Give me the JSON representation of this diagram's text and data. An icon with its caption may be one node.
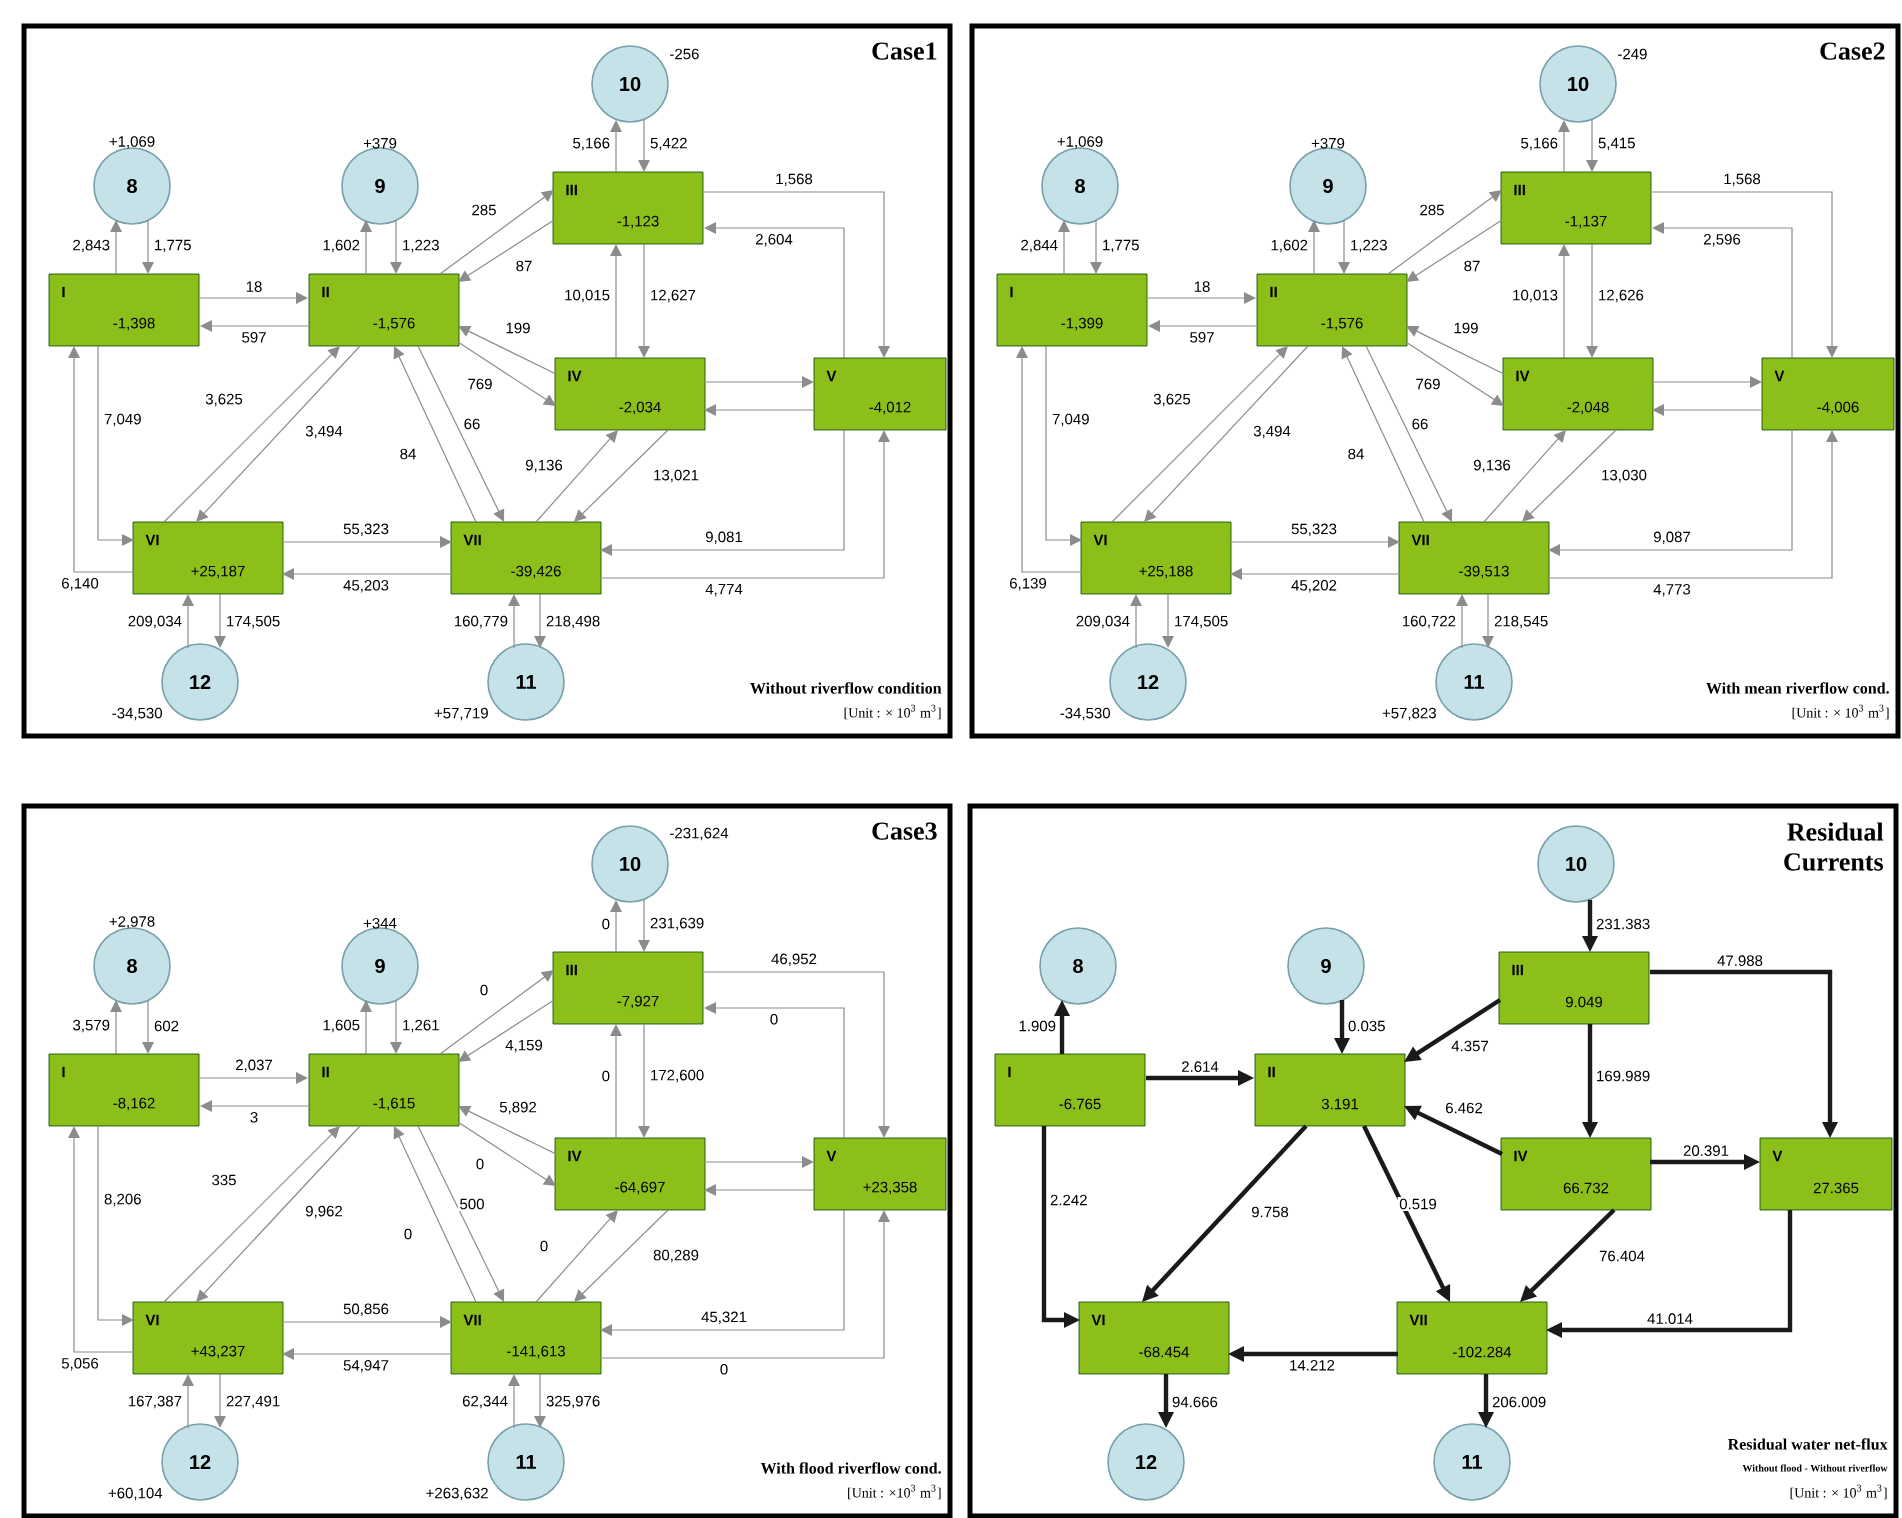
{
  "diagram": {
    "nodes": [
      {
        "text": [
          "Case1",
          "Without riverflow condition",
          "[Unit : × 10$^{3}$ m$^{3}$]"
        ]
      },
      {
        "text": [
          "I",
          "-1,398"
        ],
        "in": 0
      },
      {
        "text": [
          "II",
          "-1,576"
        ],
        "in": 0
      },
      {
        "text": [
          "III",
          "-1,123"
        ],
        "in": 0
      },
      {
        "text": [
          "IV",
          "-2,034"
        ],
        "in": 0
      },
      {
        "text": [
          "V",
          "-4,012"
        ],
        "in": 0
      },
      {
        "text": [
          "VI",
          "+25,187"
        ],
        "in": 0
      },
      {
        "text": [
          "VII",
          "-39,426"
        ],
        "in": 0
      },
      {
        "text": [
          "8"
        ],
        "beside": [
          "+1,069"
        ],
        "in": 0
      },
      {
        "text": [
          "9"
        ],
        "beside": [
          "+379"
        ],
        "in": 0
      },
      {
        "text": [
          "10"
        ],
        "beside": [
          "-256"
        ],
        "in": 0
      },
      {
        "text": [
          "11"
        ],
        "beside": [
          "+57,719"
        ],
        "in": 0
      },
      {
        "text": [
          "12"
        ],
        "beside": [
          "-34,530"
        ],
        "in": 0
      },
      {
        "text": [
          "Case2",
          "With mean riverflow cond.",
          "[Unit : × 10$^{3}$ m$^{3}$]"
        ]
      },
      {
        "text": [
          "I",
          "-1,399"
        ],
        "in": 13
      },
      {
        "text": [
          "II",
          "-1,576"
        ],
        "in": 13
      },
      {
        "text": [
          "III",
          "-1,137"
        ],
        "in": 13
      },
      {
        "text": [
          "IV",
          "-2,048"
        ],
        "in": 13
      },
      {
        "text": [
          "V",
          "-4,006"
        ],
        "in": 13
      },
      {
        "text": [
          "VI",
          "+25,188"
        ],
        "in": 13
      },
      {
        "text": [
          "VII",
          "-39,513"
        ],
        "in": 13
      },
      {
        "text": [
          "8"
        ],
        "beside": [
          "+1,069"
        ],
        "in": 13
      },
      {
        "text": [
          "9"
        ],
        "beside": [
          "+379"
        ],
        "in": 13
      },
      {
        "text": [
          "10"
        ],
        "beside": [
          "-249"
        ],
        "in": 13
      },
      {
        "text": [
          "11"
        ],
        "beside": [
          "+57,823"
        ],
        "in": 13
      },
      {
        "text": [
          "12"
        ],
        "beside": [
          "-34,530"
        ],
        "in": 13
      },
      {
        "text": [
          "Case3",
          "With flood riverflow cond.",
          "[Unit : ×10$^{3}$ m$^{3}$]"
        ]
      },
      {
        "text": [
          "I",
          "-8,162"
        ],
        "in": 26
      },
      {
        "text": [
          "II",
          "-1,615"
        ],
        "in": 26
      },
      {
        "text": [
          "III",
          "-7,927"
        ],
        "in": 26
      },
      {
        "text": [
          "IV",
          "-64,697"
        ],
        "in": 26
      },
      {
        "text": [
          "V",
          "+23,358"
        ],
        "in": 26
      },
      {
        "text": [
          "VI",
          "+43,237"
        ],
        "in": 26
      },
      {
        "text": [
          "VII",
          "-141,613"
        ],
        "in": 26
      },
      {
        "text": [
          "8"
        ],
        "beside": [
          "+2,978"
        ],
        "in": 26
      },
      {
        "text": [
          "9"
        ],
        "beside": [
          "+344"
        ],
        "in": 26
      },
      {
        "text": [
          "10"
        ],
        "beside": [
          "-231,624"
        ],
        "in": 26
      },
      {
        "text": [
          "11"
        ],
        "beside": [
          "+263,632"
        ],
        "in": 26
      },
      {
        "text": [
          "12"
        ],
        "beside": [
          "+60,104"
        ],
        "in": 26
      },
      {
        "text": [
          "Residual Currents",
          "Residual water net-flux",
          "Without flood - Without riverflow",
          "[Unit : × 10$^{3}$ m$^{3}$]"
        ]
      },
      {
        "text": [
          "I",
          "-6.765"
        ],
        "in": 39
      },
      {
        "text": [
          "II",
          "3.191"
        ],
        "in": 39
      },
      {
        "text": [
          "III",
          "9.049"
        ],
        "in": 39
      },
      {
        "text": [
          "IV",
          "66.732"
        ],
        "in": 39
      },
      {
        "text": [
          "V",
          "27.365"
        ],
        "in": 39
      },
      {
        "text": [
          "VI",
          "-68.454"
        ],
        "in": 39
      },
      {
        "text": [
          "VII",
          "-102.284"
        ],
        "in": 39
      },
      {
        "text": [
          "8"
        ],
        "in": 39
      },
      {
        "text": [
          "9"
        ],
        "in": 39
      },
      {
        "text": [
          "10"
        ],
        "in": 39
      },
      {
        "text": [
          "11"
        ],
        "in": 39
      },
      {
        "text": [
          "12"
        ],
        "in": 39
      }
    ],
    "edges": [
      {
        "from": 1,
        "to": 8,
        "arrow": "to",
        "label": "2,843"
      },
      {
        "from": 8,
        "to": 1,
        "arrow": "to",
        "label": "1,775"
      },
      {
        "from": 2,
        "to": 9,
        "arrow": "to",
        "label": "1,602"
      },
      {
        "from": 9,
        "to": 2,
        "arrow": "to",
        "label": "1,223"
      },
      {
        "from": 3,
        "to": 10,
        "arrow": "to",
        "label": "5,166"
      },
      {
        "from": 10,
        "to": 3,
        "arrow": "to",
        "label": "5,422"
      },
      {
        "from": 1,
        "to": 2,
        "arrow": "to",
        "label": "18"
      },
      {
        "from": 2,
        "to": 1,
        "arrow": "to",
        "label": "597"
      },
      {
        "from": 2,
        "to": 3,
        "arrow": "to",
        "label": "285"
      },
      {
        "from": 3,
        "to": 2,
        "arrow": "to",
        "label": "87"
      },
      {
        "from": 4,
        "to": 2,
        "arrow": "to",
        "label": "199"
      },
      {
        "from": 2,
        "to": 4,
        "arrow": "to",
        "label": "769"
      },
      {
        "from": 4,
        "to": 3,
        "arrow": "to",
        "label": "10,015"
      },
      {
        "from": 3,
        "to": 4,
        "arrow": "to",
        "label": "12,627"
      },
      {
        "from": 3,
        "to": 5,
        "arrow": "to",
        "label": "1,568"
      },
      {
        "from": 5,
        "to": 3,
        "arrow": "to",
        "label": "2,604"
      },
      {
        "from": 4,
        "to": 5,
        "arrow": "to"
      },
      {
        "from": 5,
        "to": 4,
        "arrow": "to"
      },
      {
        "from": 1,
        "to": 6,
        "arrow": "to",
        "label": "7,049"
      },
      {
        "from": 6,
        "to": 1,
        "arrow": "to",
        "label": "6,140"
      },
      {
        "from": 6,
        "to": 2,
        "arrow": "to",
        "label": "3,625"
      },
      {
        "from": 2,
        "to": 6,
        "arrow": "to",
        "label": "3,494"
      },
      {
        "from": 7,
        "to": 2,
        "arrow": "to",
        "label": "84"
      },
      {
        "from": 2,
        "to": 7,
        "arrow": "to",
        "label": "66"
      },
      {
        "from": 6,
        "to": 7,
        "arrow": "to",
        "label": "55,323"
      },
      {
        "from": 7,
        "to": 6,
        "arrow": "to",
        "label": "45,203"
      },
      {
        "from": 7,
        "to": 4,
        "arrow": "to",
        "label": "9,136"
      },
      {
        "from": 4,
        "to": 7,
        "arrow": "to",
        "label": "13,021"
      },
      {
        "from": 5,
        "to": 7,
        "arrow": "to",
        "label": "9,081"
      },
      {
        "from": 7,
        "to": 5,
        "arrow": "to",
        "label": "4,774"
      },
      {
        "from": 12,
        "to": 6,
        "arrow": "to",
        "label": "209,034"
      },
      {
        "from": 6,
        "to": 12,
        "arrow": "to",
        "label": "174,505"
      },
      {
        "from": 11,
        "to": 7,
        "arrow": "to",
        "label": "160,779"
      },
      {
        "from": 7,
        "to": 11,
        "arrow": "to",
        "label": "218,498"
      },
      {
        "from": 14,
        "to": 21,
        "arrow": "to",
        "label": "2,844"
      },
      {
        "from": 21,
        "to": 14,
        "arrow": "to",
        "label": "1,775"
      },
      {
        "from": 15,
        "to": 22,
        "arrow": "to",
        "label": "1,602"
      },
      {
        "from": 22,
        "to": 15,
        "arrow": "to",
        "label": "1,223"
      },
      {
        "from": 16,
        "to": 23,
        "arrow": "to",
        "label": "5,166"
      },
      {
        "from": 23,
        "to": 16,
        "arrow": "to",
        "label": "5,415"
      },
      {
        "from": 14,
        "to": 15,
        "arrow": "to",
        "label": "18"
      },
      {
        "from": 15,
        "to": 14,
        "arrow": "to",
        "label": "597"
      },
      {
        "from": 15,
        "to": 16,
        "arrow": "to",
        "label": "285"
      },
      {
        "from": 16,
        "to": 15,
        "arrow": "to",
        "label": "87"
      },
      {
        "from": 17,
        "to": 15,
        "arrow": "to",
        "label": "199"
      },
      {
        "from": 15,
        "to": 17,
        "arrow": "to",
        "label": "769"
      },
      {
        "from": 17,
        "to": 16,
        "arrow": "to",
        "label": "10,013"
      },
      {
        "from": 16,
        "to": 17,
        "arrow": "to",
        "label": "12,626"
      },
      {
        "from": 16,
        "to": 18,
        "arrow": "to",
        "label": "1,568"
      },
      {
        "from": 18,
        "to": 16,
        "arrow": "to",
        "label": "2,596"
      },
      {
        "from": 17,
        "to": 18,
        "arrow": "to"
      },
      {
        "from": 18,
        "to": 17,
        "arrow": "to"
      },
      {
        "from": 14,
        "to": 19,
        "arrow": "to",
        "label": "7,049"
      },
      {
        "from": 19,
        "to": 14,
        "arrow": "to",
        "label": "6,139"
      },
      {
        "from": 19,
        "to": 15,
        "arrow": "to",
        "label": "3,625"
      },
      {
        "from": 15,
        "to": 19,
        "arrow": "to",
        "label": "3,494"
      },
      {
        "from": 20,
        "to": 15,
        "arrow": "to",
        "label": "84"
      },
      {
        "from": 15,
        "to": 20,
        "arrow": "to",
        "label": "66"
      },
      {
        "from": 19,
        "to": 20,
        "arrow": "to",
        "label": "55,323"
      },
      {
        "from": 20,
        "to": 19,
        "arrow": "to",
        "label": "45,202"
      },
      {
        "from": 20,
        "to": 17,
        "arrow": "to",
        "label": "9,136"
      },
      {
        "from": 17,
        "to": 20,
        "arrow": "to",
        "label": "13,030"
      },
      {
        "from": 18,
        "to": 20,
        "arrow": "to",
        "label": "9,087"
      },
      {
        "from": 20,
        "to": 18,
        "arrow": "to",
        "label": "4,773"
      },
      {
        "from": 25,
        "to": 19,
        "arrow": "to",
        "label": "209,034"
      },
      {
        "from": 19,
        "to": 25,
        "arrow": "to",
        "label": "174,505"
      },
      {
        "from": 24,
        "to": 20,
        "arrow": "to",
        "label": "160,722"
      },
      {
        "from": 20,
        "to": 24,
        "arrow": "to",
        "label": "218,545"
      },
      {
        "from": 27,
        "to": 34,
        "arrow": "to",
        "label": "3,579"
      },
      {
        "from": 34,
        "to": 27,
        "arrow": "to",
        "label": "602"
      },
      {
        "from": 28,
        "to": 35,
        "arrow": "to",
        "label": "1,605"
      },
      {
        "from": 35,
        "to": 28,
        "arrow": "to",
        "label": "1,261"
      },
      {
        "from": 29,
        "to": 36,
        "arrow": "to",
        "label": "0"
      },
      {
        "from": 36,
        "to": 29,
        "arrow": "to",
        "label": "231,639"
      },
      {
        "from": 27,
        "to": 28,
        "arrow": "to",
        "label": "2,037"
      },
      {
        "from": 28,
        "to": 27,
        "arrow": "to",
        "label": "3"
      },
      {
        "from": 28,
        "to": 29,
        "arrow": "to",
        "label": "0"
      },
      {
        "from": 29,
        "to": 28,
        "arrow": "to",
        "label": "4,159"
      },
      {
        "from": 30,
        "to": 28,
        "arrow": "to",
        "label": "5,892"
      },
      {
        "from": 28,
        "to": 30,
        "arrow": "to",
        "label": "0"
      },
      {
        "from": 30,
        "to": 29,
        "arrow": "to",
        "label": "0"
      },
      {
        "from": 29,
        "to": 30,
        "arrow": "to",
        "label": "172,600"
      },
      {
        "from": 29,
        "to": 31,
        "arrow": "to",
        "label": "46,952"
      },
      {
        "from": 31,
        "to": 29,
        "arrow": "to",
        "label": "0"
      },
      {
        "from": 30,
        "to": 31,
        "arrow": "to"
      },
      {
        "from": 31,
        "to": 30,
        "arrow": "to"
      },
      {
        "from": 27,
        "to": 32,
        "arrow": "to",
        "label": "8,206"
      },
      {
        "from": 32,
        "to": 27,
        "arrow": "to",
        "label": "5,056"
      },
      {
        "from": 32,
        "to": 28,
        "arrow": "to",
        "label": "335"
      },
      {
        "from": 28,
        "to": 32,
        "arrow": "to",
        "label": "9,962"
      },
      {
        "from": 33,
        "to": 28,
        "arrow": "to",
        "label": "0"
      },
      {
        "from": 28,
        "to": 33,
        "arrow": "to",
        "label": "500"
      },
      {
        "from": 32,
        "to": 33,
        "arrow": "to",
        "label": "50,856"
      },
      {
        "from": 33,
        "to": 32,
        "arrow": "to",
        "label": "54,947"
      },
      {
        "from": 33,
        "to": 30,
        "arrow": "to",
        "label": "0"
      },
      {
        "from": 30,
        "to": 33,
        "arrow": "to",
        "label": "80,289"
      },
      {
        "from": 31,
        "to": 33,
        "arrow": "to",
        "label": "45,321"
      },
      {
        "from": 33,
        "to": 31,
        "arrow": "to",
        "label": "0"
      },
      {
        "from": 38,
        "to": 32,
        "arrow": "to",
        "label": "167,387"
      },
      {
        "from": 32,
        "to": 38,
        "arrow": "to",
        "label": "227,491"
      },
      {
        "from": 37,
        "to": 33,
        "arrow": "to",
        "label": "62,344"
      },
      {
        "from": 33,
        "to": 37,
        "arrow": "to",
        "label": "325,976"
      },
      {
        "from": 40,
        "to": 47,
        "arrow": "to",
        "label": "1.909",
        "style": "thick",
        "color": "#1a1a1a"
      },
      {
        "from": 48,
        "to": 41,
        "arrow": "to",
        "label": "0.035",
        "style": "thick",
        "color": "#1a1a1a"
      },
      {
        "from": 49,
        "to": 42,
        "arrow": "to",
        "label": "231.383",
        "style": "thick",
        "color": "#1a1a1a"
      },
      {
        "from": 40,
        "to": 41,
        "arrow": "to",
        "label": "2.614",
        "style": "thick",
        "color": "#1a1a1a"
      },
      {
        "from": 42,
        "to": 41,
        "arrow": "to",
        "label": "4.357",
        "style": "thick",
        "color": "#1a1a1a"
      },
      {
        "from": 42,
        "to": 44,
        "arrow": "to",
        "label": "47.988",
        "style": "thick",
        "color": "#1a1a1a"
      },
      {
        "from": 42,
        "to": 43,
        "arrow": "to",
        "label": "169.989",
        "style": "thick",
        "color": "#1a1a1a"
      },
      {
        "from": 43,
        "to": 41,
        "arrow": "to",
        "label": "6.462",
        "style": "thick",
        "color": "#1a1a1a"
      },
      {
        "from": 43,
        "to": 44,
        "arrow": "to",
        "label": "20.391",
        "style": "thick",
        "color": "#1a1a1a"
      },
      {
        "from": 40,
        "to": 45,
        "arrow": "to",
        "label": "2.242",
        "style": "thick",
        "color": "#1a1a1a"
      },
      {
        "from": 41,
        "to": 45,
        "arrow": "to",
        "label": "9.758",
        "style": "thick",
        "color": "#1a1a1a"
      },
      {
        "from": 41,
        "to": 46,
        "arrow": "to",
        "label": "0.519",
        "style": "thick",
        "color": "#1a1a1a"
      },
      {
        "from": 43,
        "to": 46,
        "arrow": "to",
        "label": "76.404",
        "style": "thick",
        "color": "#1a1a1a"
      },
      {
        "from": 44,
        "to": 46,
        "arrow": "to",
        "label": "41.014",
        "style": "thick",
        "color": "#1a1a1a"
      },
      {
        "from": 46,
        "to": 45,
        "arrow": "to",
        "label": "14.212",
        "style": "thick",
        "color": "#1a1a1a"
      },
      {
        "from": 45,
        "to": 51,
        "arrow": "to",
        "label": "94.666",
        "style": "thick",
        "color": "#1a1a1a"
      },
      {
        "from": 46,
        "to": 50,
        "arrow": "to",
        "label": "206.009",
        "style": "thick",
        "color": "#1a1a1a"
      }
    ]
  }
}
